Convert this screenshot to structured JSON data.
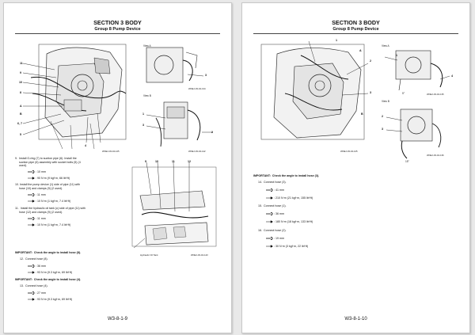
{
  "left": {
    "section_title": "SECTION 3 BODY",
    "group_title": "Group 8 Pump Device",
    "page_number": "W3-8-1-9",
    "callouts_main": [
      "11",
      "9",
      "10",
      "8",
      "A",
      "B",
      "6, 7",
      "5",
      "4"
    ],
    "fig_main_code": "WNEJ-03-04-125",
    "view_a": {
      "title": "View A",
      "code": "WNEJ-03-04-134",
      "callouts": [
        "3"
      ]
    },
    "view_b": {
      "title": "View B",
      "code": "WNEJ-03-04-142",
      "callouts": [
        "1",
        "3",
        "2"
      ]
    },
    "view_c": {
      "callouts": [
        "9",
        "10",
        "11",
        "12"
      ],
      "tank_label": "Hydraulic Oil Tank",
      "code": "WNEJ-03-04-143"
    },
    "steps": [
      {
        "text": "9.  Install O-ring (7) to suction pipe (6). Install the\n     suction pipe (6) assembly with socket bolts (5) (4\n     used).",
        "torques": [
          ": 10 mm",
          ": 90 N·m (9 kgf·m, 66 lbf·ft)"
        ]
      },
      {
        "text": "10. Install the pump device (1) side of pipe (11) with\n     hose (10) and clamps (9) (2 used).",
        "torques": [
          ": 11 mm",
          ": 10 N·m (1 kgf·m, 7.4 lbf·ft)"
        ]
      },
      {
        "text": "11.  Install the hydraulic oil tank (c) side of pipe (11) with\n     hose (12) and clamps (9) (2 used).",
        "torques": [
          ": 11 mm",
          ": 10 N·m (1 kgf·m, 7.4 lbf·ft)"
        ]
      }
    ],
    "important_1": {
      "label": "IMPORTANT:",
      "text": "Check the angle to install hose (8)."
    },
    "step_12": {
      "text": "12.  Connect hose (8).",
      "torques": [
        ": 36 mm",
        ": 93 N·m (9.3 kgf·m, 69 lbf·ft)"
      ]
    },
    "important_2": {
      "label": "IMPORTANT:",
      "text": "Check the angle to install hose (4)."
    },
    "step_13": {
      "text": "13.  Connect hose (4).",
      "torques": [
        ": 27 mm",
        ": 93 N·m (9.3 kgf·m, 69 lbf·ft)"
      ]
    }
  },
  "right": {
    "section_title": "SECTION 3 BODY",
    "group_title": "Group 8 Pump Device",
    "page_number": "W3-8-1-10",
    "callouts_main": [
      "1",
      "2",
      "3",
      "A",
      "B"
    ],
    "fig_main_code": "WNEJ-03-04-125",
    "view_a": {
      "title": "View A",
      "code": "WNEJ-03-04-135",
      "callouts": [
        "1",
        "4"
      ],
      "angle": "5°"
    },
    "view_b": {
      "title": "View B",
      "code": "WNEJ-03-04-136",
      "callouts": [
        "2",
        "3"
      ],
      "angle": "15°"
    },
    "important_1": {
      "label": "IMPORTANT:",
      "text": "Check the angle to install hose (3)."
    },
    "step_14": {
      "text": "14.  Connect hose (3).",
      "torques": [
        ": 41 mm",
        ": 210 N·m (21 kgf·m, 155 lbf·ft)"
      ]
    },
    "step_15": {
      "text": "15.  Connect hose (1).",
      "torques": [
        ": 36 mm",
        ": 180 N·m (18 kgf·m, 133 lbf·ft)"
      ]
    },
    "step_16": {
      "text": "16.  Connect hose (2).",
      "torques": [
        ": 19 mm",
        ": 30 N·m (3 kgf·m, 22 lbf·ft)"
      ]
    }
  },
  "icons": {
    "wrench": "wrench-icon",
    "torque_wrench": "torque-wrench-icon"
  }
}
